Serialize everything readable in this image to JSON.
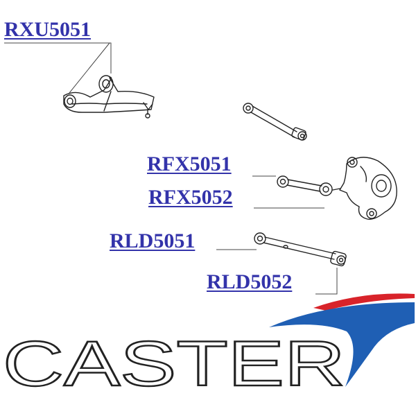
{
  "labels": {
    "rxu5051": "RXU5051",
    "rfx5051": "RFX5051",
    "rfx5052": "RFX5052",
    "rld5051": "RLD5051",
    "rld5052": "RLD5052"
  },
  "logo": {
    "text": "CASTER",
    "swoosh_colors": [
      "#d8232a",
      "#1f5fb4"
    ]
  },
  "colors": {
    "link": "#3333aa",
    "outline": "#222222"
  }
}
